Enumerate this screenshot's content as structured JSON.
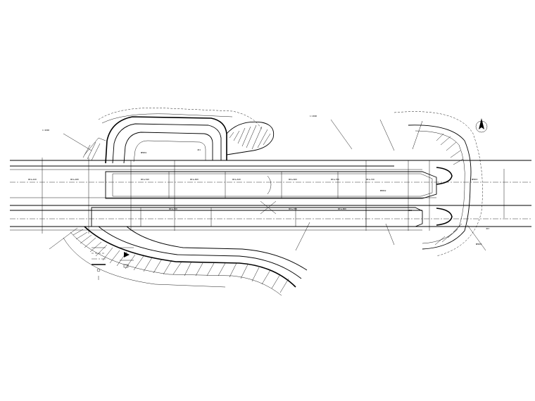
{
  "drawing": {
    "north_arrow_icon": "north-arrow-icon",
    "stations": [
      "DK1+420",
      "DK1+480",
      "DK1+540",
      "DK1+600",
      "DK1+620",
      "DK1+660",
      "DK1+700",
      "DK1+720",
      "DK1+760",
      "DK1+780",
      "DK1+800"
    ],
    "annotations": [
      "1:4000",
      "1:2000",
      "BM001",
      "BM002",
      "BM003",
      "BM004",
      "JD1",
      "JD2",
      "JD3"
    ],
    "legend": {
      "items": [
        "",
        "",
        "",
        "",
        "",
        "",
        "",
        "",
        "",
        ""
      ]
    }
  }
}
